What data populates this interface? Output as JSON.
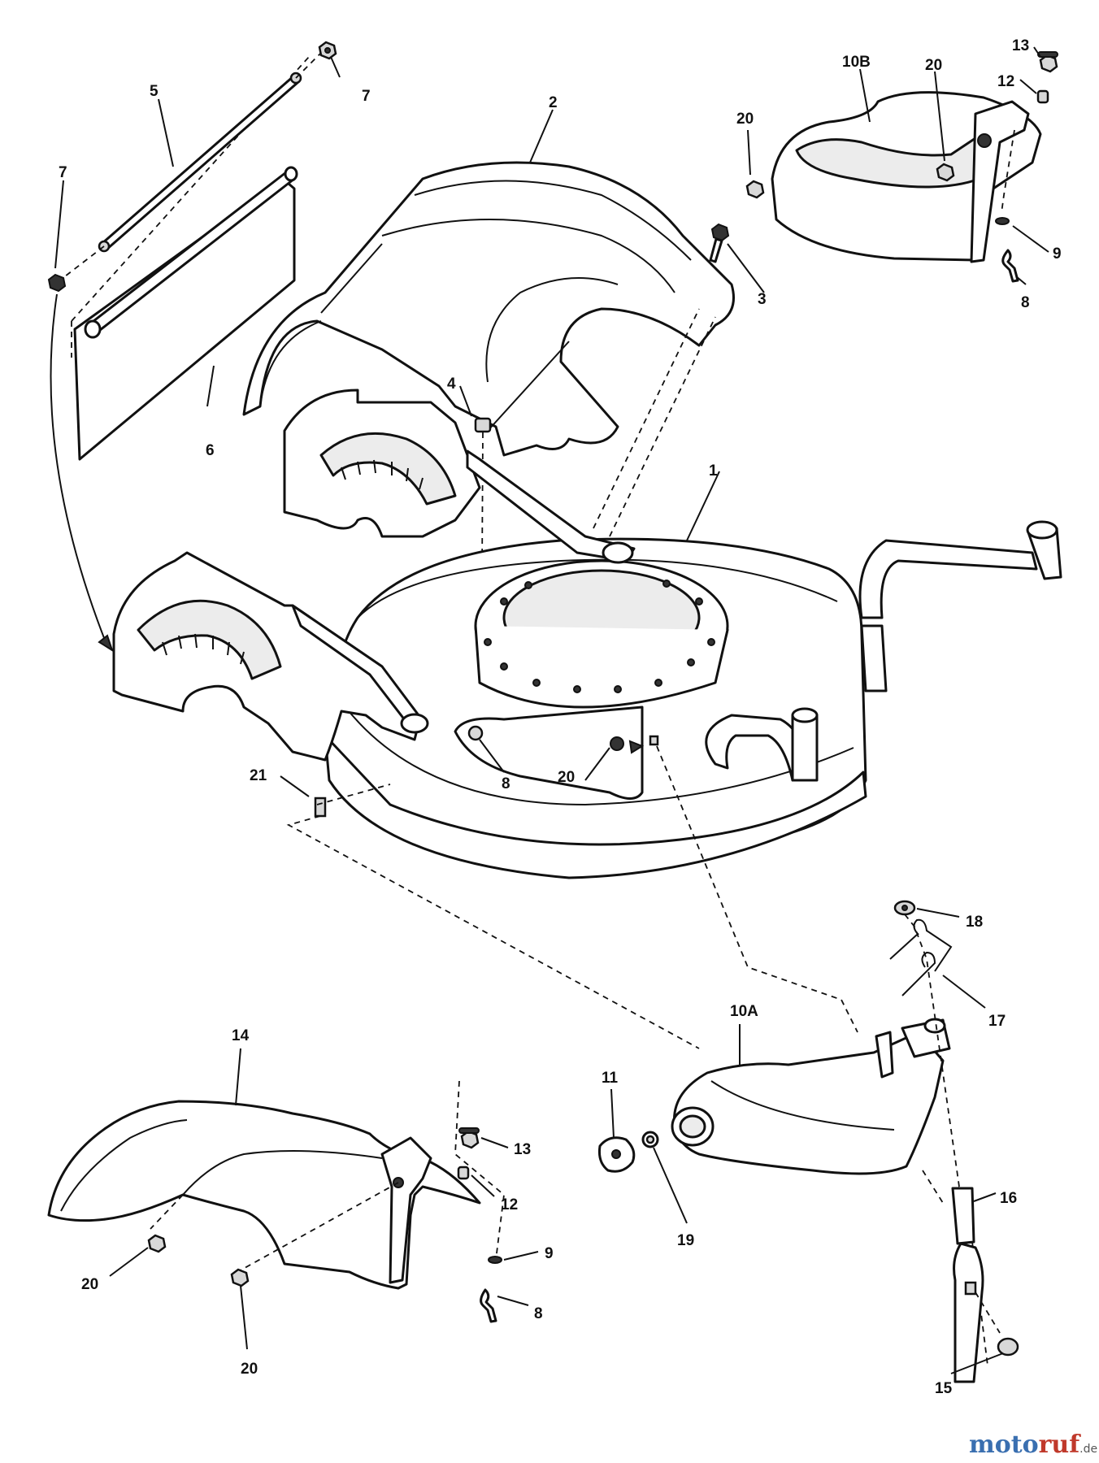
{
  "labels": {
    "l1": "1",
    "l2": "2",
    "l3": "3",
    "l4": "4",
    "l5": "5",
    "l6": "6",
    "l7a": "7",
    "l7b": "7",
    "l8a": "8",
    "l8b": "8",
    "l8c": "8",
    "l9a": "9",
    "l9b": "9",
    "l10a": "10A",
    "l10b": "10B",
    "l11": "11",
    "l12a": "12",
    "l12b": "12",
    "l13a": "13",
    "l13b": "13",
    "l14": "14",
    "l15": "15",
    "l16": "16",
    "l17": "17",
    "l18": "18",
    "l19": "19",
    "l20a": "20",
    "l20b": "20",
    "l20c": "20",
    "l20d": "20",
    "l20e": "20",
    "l21": "21"
  },
  "watermark": {
    "part1": "moto",
    "part2": "ruf",
    "suffix": ".de"
  },
  "colors": {
    "line": "#111111",
    "watermark_blue": "#3a6fb0",
    "watermark_red": "#c0392b"
  }
}
